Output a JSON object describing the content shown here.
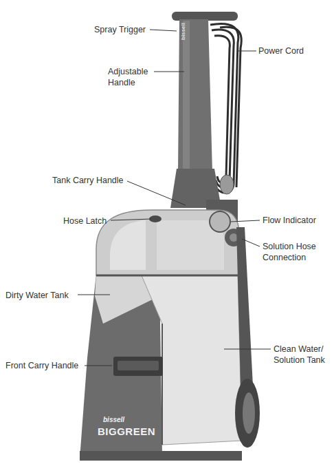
{
  "diagram": {
    "labels": [
      "Spray Trigger",
      "Power Cord",
      "Adjustable Handle",
      "bissell",
      "Tank Carry Handle",
      "Hose Latch",
      "Flow Indicator",
      "Solution Hose Connection",
      "Dirty Water Tank",
      "Clean Water/ Solution Tank",
      "Front Carry Handle",
      "bissell",
      "BIGGREEN"
    ]
  }
}
